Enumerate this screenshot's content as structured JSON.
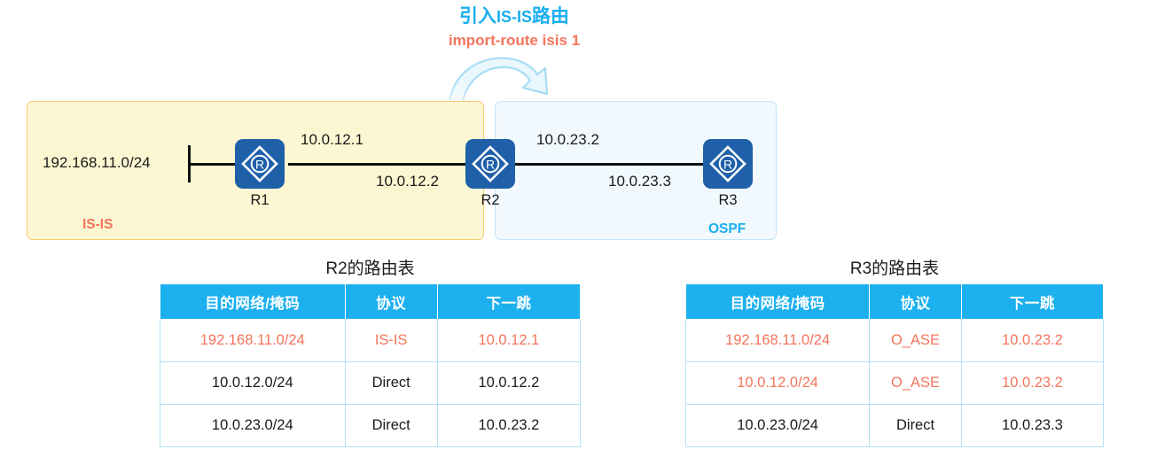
{
  "annotation": {
    "title_cn_prefix": "引入",
    "title_latin": "IS-IS",
    "title_cn_suffix": "路由",
    "title_full": "引入IS-IS路由",
    "command": "import-route isis 1",
    "title_color": "#1aaef0",
    "command_color": "#f4745c",
    "arrow_color": "#a8ddf5"
  },
  "topology": {
    "regions": [
      {
        "id": "isis",
        "label": "IS-IS",
        "fill": "#fcf7d2",
        "border": "#f6c96d",
        "label_color": "#f4745c"
      },
      {
        "id": "ospf",
        "label": "OSPF",
        "fill": "#f1f9fe",
        "border": "#bfe4f8",
        "label_color": "#1aaef0"
      }
    ],
    "routers": [
      {
        "id": "r1",
        "name": "R1",
        "icon": "router-icon",
        "color": "#1f60a8"
      },
      {
        "id": "r2",
        "name": "R2",
        "icon": "router-icon",
        "color": "#1f60a8"
      },
      {
        "id": "r3",
        "name": "R3",
        "icon": "router-icon",
        "color": "#1f60a8"
      }
    ],
    "labels": {
      "lan_network": "192.168.11.0/24",
      "r1_to_r2_near": "10.0.12.1",
      "r1_to_r2_far": "10.0.12.2",
      "r2_to_r3_near": "10.0.23.2",
      "r2_to_r3_far": "10.0.23.3"
    }
  },
  "tables": [
    {
      "id": "r2-route-table",
      "caption": "R2的路由表",
      "headers": [
        "目的网络/掩码",
        "协议",
        "下一跳"
      ],
      "rows": [
        {
          "cells": [
            "192.168.11.0/24",
            "IS-IS",
            "10.0.12.1"
          ],
          "highlight": true
        },
        {
          "cells": [
            "10.0.12.0/24",
            "Direct",
            "10.0.12.2"
          ],
          "highlight": false
        },
        {
          "cells": [
            "10.0.23.0/24",
            "Direct",
            "10.0.23.2"
          ],
          "highlight": false
        }
      ]
    },
    {
      "id": "r3-route-table",
      "caption": "R3的路由表",
      "headers": [
        "目的网络/掩码",
        "协议",
        "下一跳"
      ],
      "rows": [
        {
          "cells": [
            "192.168.11.0/24",
            "O_ASE",
            "10.0.23.2"
          ],
          "highlight": true
        },
        {
          "cells": [
            "10.0.12.0/24",
            "O_ASE",
            "10.0.23.2"
          ],
          "highlight": true
        },
        {
          "cells": [
            "10.0.23.0/24",
            "Direct",
            "10.0.23.3"
          ],
          "highlight": false
        }
      ]
    }
  ],
  "colors": {
    "header_blue": "#1cb0ef",
    "highlight_red": "#f4745c",
    "router_blue": "#1f60a8",
    "cell_border": "#b3e0f5"
  }
}
